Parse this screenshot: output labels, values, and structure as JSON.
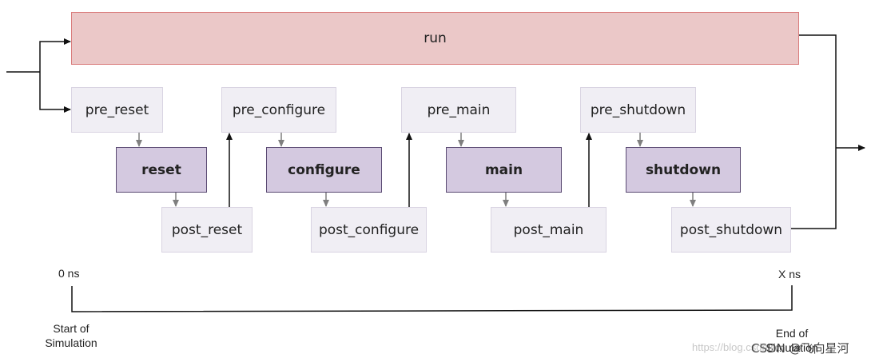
{
  "boxes": {
    "run": "run",
    "pre_reset": "pre_reset",
    "reset": "reset",
    "post_reset": "post_reset",
    "pre_configure": "pre_configure",
    "configure": "configure",
    "post_configure": "post_configure",
    "pre_main": "pre_main",
    "main": "main",
    "post_main": "post_main",
    "pre_shutdown": "pre_shutdown",
    "shutdown": "shutdown",
    "post_shutdown": "post_shutdown"
  },
  "timeline": {
    "start_time": "0 ns",
    "end_time": "X ns",
    "start_label_1": "Start of",
    "start_label_2": "Simulation",
    "end_label_1": "End of",
    "end_label_2": "Simulation"
  },
  "watermark": {
    "url": "https://blog.csdn.net",
    "author": "CSDN @飞向星河"
  },
  "colors": {
    "run_fill": "#ebc8c8",
    "run_border": "#d97b7b",
    "pre_post_fill": "#f0eef4",
    "phase_fill": "#d4c9e0",
    "phase_border": "#5a4a72",
    "arrow_dark": "#111111",
    "arrow_gray": "#7f7f7f"
  }
}
